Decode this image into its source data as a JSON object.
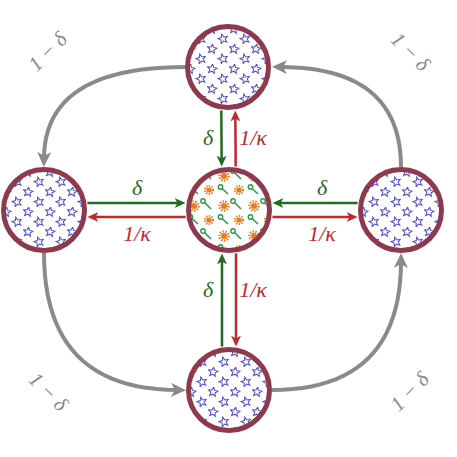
{
  "diagram": {
    "nodes": [
      {
        "text": []
      },
      {
        "text": []
      },
      {
        "text": []
      },
      {
        "text": []
      },
      {
        "text": []
      }
    ],
    "edges": [
      {
        "from": 0,
        "to": 1,
        "arrow": "to",
        "label": "1 − δ"
      },
      {
        "from": 1,
        "to": 4,
        "arrow": "to",
        "label": "1 − δ"
      },
      {
        "from": 4,
        "to": 3,
        "arrow": "to",
        "label": "1 − δ"
      },
      {
        "from": 3,
        "to": 0,
        "arrow": "to",
        "label": "1 − δ"
      },
      {
        "from": 0,
        "to": 2,
        "arrow": "to",
        "label": "δ"
      },
      {
        "from": 2,
        "to": 0,
        "arrow": "to",
        "label": "1/κ"
      },
      {
        "from": 1,
        "to": 2,
        "arrow": "to",
        "label": "δ"
      },
      {
        "from": 2,
        "to": 1,
        "arrow": "to",
        "label": "1/κ"
      },
      {
        "from": 3,
        "to": 2,
        "arrow": "to",
        "label": "δ"
      },
      {
        "from": 2,
        "to": 3,
        "arrow": "to",
        "label": "1/κ"
      },
      {
        "from": 4,
        "to": 2,
        "arrow": "to",
        "label": "δ"
      },
      {
        "from": 2,
        "to": 4,
        "arrow": "to",
        "label": "1/κ"
      }
    ]
  }
}
